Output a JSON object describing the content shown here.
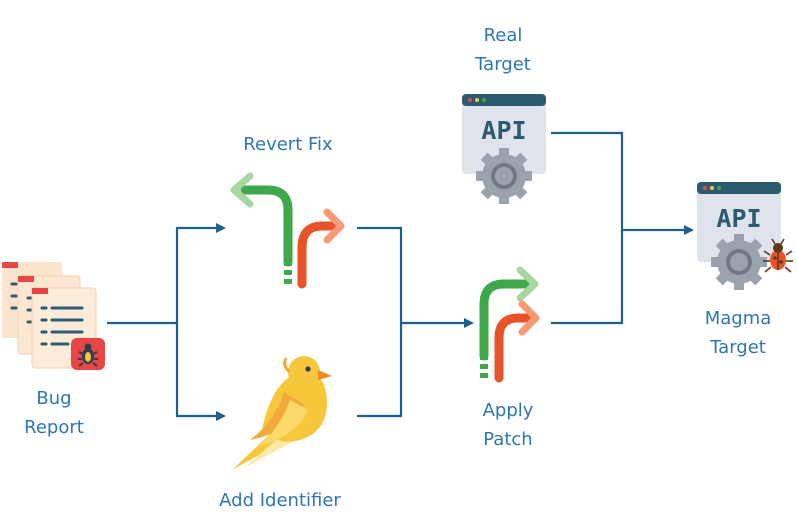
{
  "labels": {
    "bug_report": [
      "Bug",
      "Report"
    ],
    "revert_fix": "Revert Fix",
    "add_identifier": "Add Identifier",
    "apply_patch": [
      "Apply",
      "Patch"
    ],
    "real_target": [
      "Real",
      "Target"
    ],
    "magma_target": [
      "Magma",
      "Target"
    ],
    "api_text": "API"
  },
  "colors": {
    "line": "#1f5f8b",
    "label": "#2e75b6",
    "arrow_green": "#3ea84a",
    "arrow_orange": "#e8542a",
    "bird_yellow": "#f6c73b",
    "window_header": "#2c5b6f",
    "window_body": "#dfe3ec",
    "gear": "#9aa3ad",
    "bug_red": "#e84545"
  },
  "icons": [
    "documents-icon",
    "bug-icon",
    "branch-arrow-icon",
    "canary-bird-icon",
    "api-window-icon",
    "gear-icon"
  ]
}
